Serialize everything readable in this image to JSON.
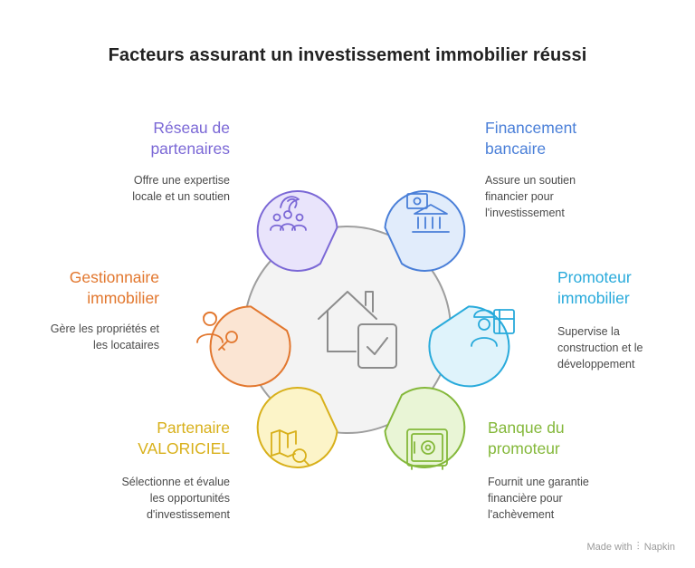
{
  "title": "Facteurs assurant un investissement immobilier réussi",
  "center_icon": "house-check-icon",
  "items": [
    {
      "id": "reseau",
      "heading_line1": "Réseau de",
      "heading_line2": "partenaires",
      "desc_line1": "Offre une expertise",
      "desc_line2": "locale et un soutien",
      "icon": "handshake-network-icon",
      "color": "#7b68d6",
      "fill": "#e9e4fb"
    },
    {
      "id": "financement",
      "heading_line1": "Financement",
      "heading_line2": "bancaire",
      "desc_line1": "Assure un soutien",
      "desc_line2": "financier pour",
      "desc_line3": "l'investissement",
      "icon": "bank-money-icon",
      "color": "#4a7fd8",
      "fill": "#e1ecfb"
    },
    {
      "id": "gestionnaire",
      "heading_line1": "Gestionnaire",
      "heading_line2": "immobilier",
      "desc_line1": "Gère les propriétés et",
      "desc_line2": "les locataires",
      "icon": "person-key-icon",
      "color": "#e2772e",
      "fill": "#fbe5d3"
    },
    {
      "id": "promoteur",
      "heading_line1": "Promoteur",
      "heading_line2": "immobilier",
      "desc_line1": "Supervise la",
      "desc_line2": "construction et le",
      "desc_line3": "développement",
      "icon": "engineer-blueprint-icon",
      "color": "#28aadb",
      "fill": "#dff3fb"
    },
    {
      "id": "valoriciel",
      "heading_line1": "Partenaire",
      "heading_line2": "VALORICIEL",
      "desc_line1": "Sélectionne et évalue",
      "desc_line2": "les opportunités",
      "desc_line3": "d'investissement",
      "icon": "map-search-icon",
      "color": "#d8b01a",
      "fill": "#fcf4c8"
    },
    {
      "id": "banque",
      "heading_line1": "Banque du",
      "heading_line2": "promoteur",
      "desc_line1": "Fournit une garantie",
      "desc_line2": "financière pour",
      "desc_line3": "l'achèvement",
      "icon": "safe-icon",
      "color": "#84b83a",
      "fill": "#e9f5d6"
    }
  ],
  "footer": {
    "made_with": "Made with",
    "brand": "Napkin"
  }
}
